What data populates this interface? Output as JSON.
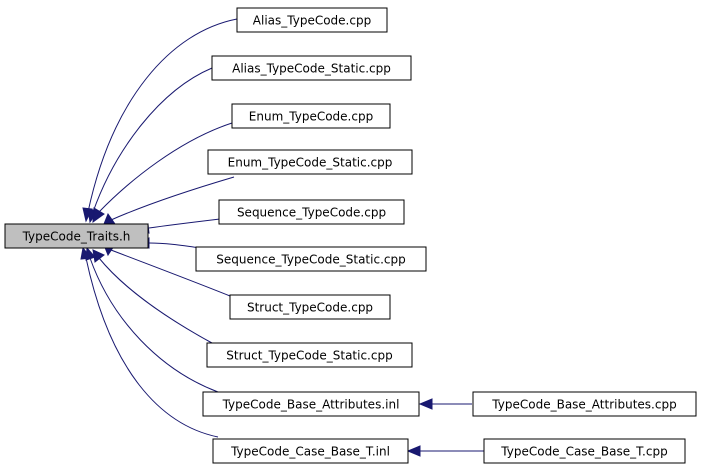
{
  "diagram": {
    "root": {
      "id": "root",
      "label": "TypeCode_Traits.h"
    },
    "nodes": [
      {
        "id": "n1",
        "label": "Alias_TypeCode.cpp"
      },
      {
        "id": "n2",
        "label": "Alias_TypeCode_Static.cpp"
      },
      {
        "id": "n3",
        "label": "Enum_TypeCode.cpp"
      },
      {
        "id": "n4",
        "label": "Enum_TypeCode_Static.cpp"
      },
      {
        "id": "n5",
        "label": "Sequence_TypeCode.cpp"
      },
      {
        "id": "n6",
        "label": "Sequence_TypeCode_Static.cpp"
      },
      {
        "id": "n7",
        "label": "Struct_TypeCode.cpp"
      },
      {
        "id": "n8",
        "label": "Struct_TypeCode_Static.cpp"
      },
      {
        "id": "n9",
        "label": "TypeCode_Base_Attributes.inl"
      },
      {
        "id": "n10",
        "label": "TypeCode_Case_Base_T.inl"
      },
      {
        "id": "n11",
        "label": "TypeCode_Base_Attributes.cpp"
      },
      {
        "id": "n12",
        "label": "TypeCode_Case_Base_T.cpp"
      }
    ],
    "edges": [
      {
        "from": "n1",
        "to": "root"
      },
      {
        "from": "n2",
        "to": "root"
      },
      {
        "from": "n3",
        "to": "root"
      },
      {
        "from": "n4",
        "to": "root"
      },
      {
        "from": "n5",
        "to": "root"
      },
      {
        "from": "n6",
        "to": "root"
      },
      {
        "from": "n7",
        "to": "root"
      },
      {
        "from": "n8",
        "to": "root"
      },
      {
        "from": "n9",
        "to": "root"
      },
      {
        "from": "n10",
        "to": "root"
      },
      {
        "from": "n11",
        "to": "n9"
      },
      {
        "from": "n12",
        "to": "n10"
      }
    ],
    "colors": {
      "edge": "#191970",
      "root_fill": "#bfbfbf",
      "node_fill": "#ffffff",
      "border": "#000000"
    }
  }
}
